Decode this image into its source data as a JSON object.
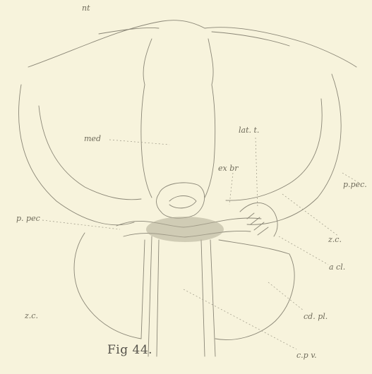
{
  "labels": {
    "nt": "nt",
    "med": "med",
    "lat_t": "lat. t.",
    "ex_br": "ex br",
    "p_pec_right": "p.pec.",
    "p_pec_left": "p. pec",
    "z_c_right": "z.c.",
    "z_c_left": "z.c.",
    "a_cl": "a cl.",
    "cd_pl": "cd. pl.",
    "c_p_v": "c.p v."
  },
  "caption": "Fig 44."
}
